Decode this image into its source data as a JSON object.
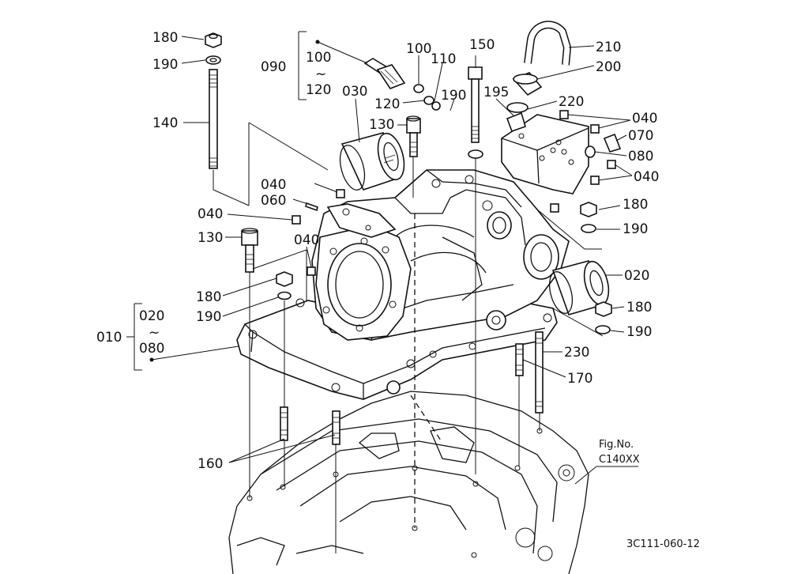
{
  "labels": {
    "l180a": "180",
    "l190a": "190",
    "l140": "140",
    "l090": "090",
    "l090_from": "100",
    "l090_tilde": "~",
    "l090_to": "120",
    "l100": "100",
    "l110": "110",
    "l120": "120",
    "l030": "030",
    "l130a": "130",
    "l150": "150",
    "l190b": "190",
    "l195": "195",
    "l210": "210",
    "l200": "200",
    "l220": "220",
    "l040a": "040",
    "l070": "070",
    "l080": "080",
    "l040b": "040",
    "l040c": "040",
    "l060": "060",
    "l040d": "040",
    "l180b": "180",
    "l190c": "190",
    "l130b": "130",
    "l040e": "040",
    "l020": "020",
    "l180c": "180",
    "l190d": "190",
    "l180d": "180",
    "l190e": "190",
    "l010": "010",
    "l010_from": "020",
    "l010_tilde": "~",
    "l010_to": "080",
    "l230": "230",
    "l170": "170",
    "l160": "160"
  },
  "figure": {
    "fig_label": "Fig.No.",
    "fig_number": "C140XX",
    "drawing_code": "3C111-060-12"
  }
}
